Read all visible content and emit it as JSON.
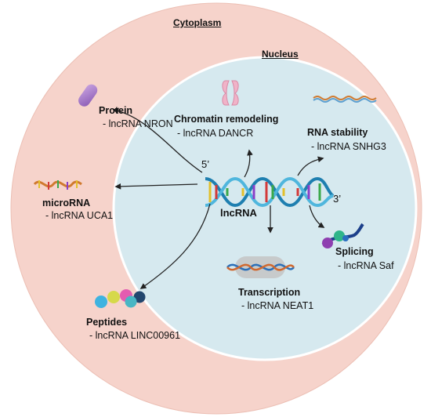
{
  "regions": {
    "cytoplasm": "Cytoplasm",
    "nucleus": "Nucleus"
  },
  "center": {
    "label": "lncRNA",
    "five_prime": "5’",
    "three_prime": "3’"
  },
  "functions": {
    "protein": {
      "title": "Protein",
      "example": "- lncRNA NRON"
    },
    "microrna": {
      "title": "microRNA",
      "example": "- lncRNA UCA1"
    },
    "peptides": {
      "title": "Peptides",
      "example": "- lncRNA LINC00961"
    },
    "chromatin": {
      "title": "Chromatin remodeling",
      "example": "-  lncRNA DANCR"
    },
    "rna_stability": {
      "title": "RNA stability",
      "example": "- lncRNA SNHG3"
    },
    "transcription": {
      "title": "Transcription",
      "example": "- lncRNA NEAT1"
    },
    "splicing": {
      "title": "Splicing",
      "example": "- lncRNA Saf"
    }
  },
  "colors": {
    "cytoplasm_fill": "#f6d3cb",
    "nucleus_fill": "#d6e9ef",
    "nucleus_stroke": "#ffffff",
    "arrow": "#222222",
    "helix": "#2b8fbf"
  }
}
